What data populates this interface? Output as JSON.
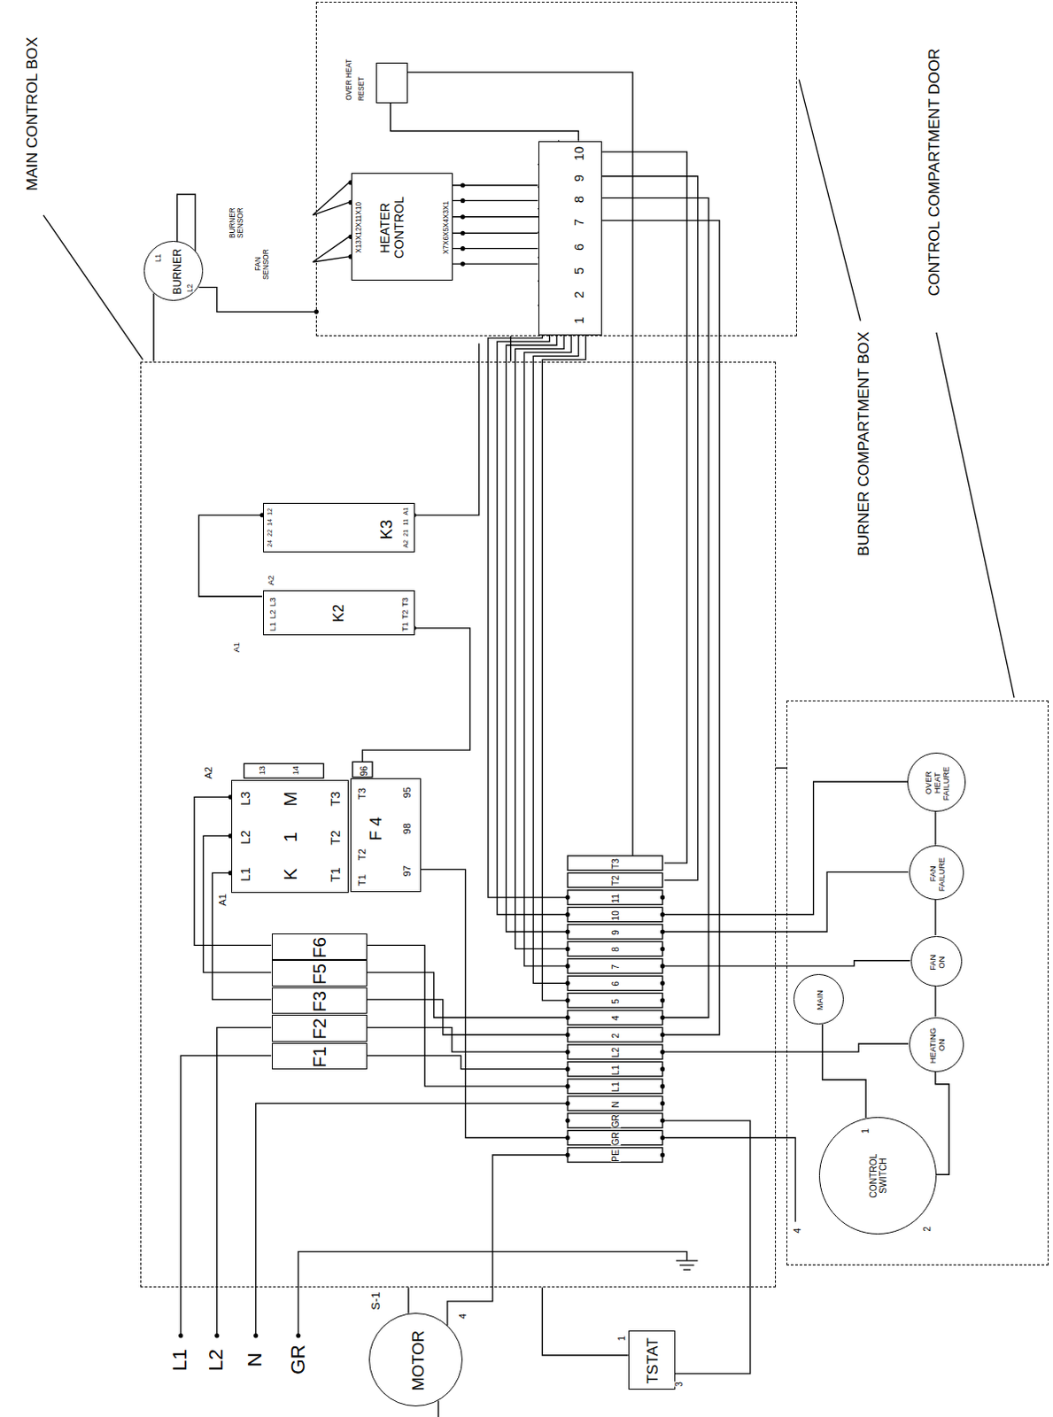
{
  "diagram": {
    "nodes": [
      {
        "text": [
          "MAIN CONTROL BOX"
        ]
      },
      {
        "text": [
          "12",
          "14",
          "22",
          "24",
          "K3",
          "A1",
          "11",
          "21",
          "A2"
        ],
        "in": 0
      },
      {
        "text": [
          "L1",
          "L2",
          "L3",
          "K2",
          "T1",
          "T2",
          "T3"
        ],
        "in": 0
      },
      {
        "text": [
          "L3",
          "M",
          "T3",
          "L2",
          "1",
          "T2",
          "L1",
          "K",
          "T1"
        ],
        "in": 0
      },
      {
        "text": [
          "96",
          "T3",
          "F 4",
          "T2",
          "T1",
          "95",
          "98",
          "97"
        ],
        "in": 0
      },
      {
        "text": [
          "F6"
        ],
        "in": 0
      },
      {
        "text": [
          "F5"
        ],
        "in": 0
      },
      {
        "text": [
          "F3"
        ],
        "in": 0
      },
      {
        "text": [
          "F2"
        ],
        "in": 0
      },
      {
        "text": [
          "F1"
        ],
        "in": 0
      },
      {
        "text": [
          "T3",
          "T2",
          "11",
          "10",
          "9",
          "8",
          "7",
          "6",
          "5",
          "4",
          "2",
          "L2",
          "L1",
          "L1",
          "N",
          "GR",
          "GR",
          "PE"
        ],
        "in": 0
      },
      {
        "text": [
          "BURNER COMPARTMENT BOX"
        ]
      },
      {
        "text": [
          "X13X12X11X10",
          "HEATER CONTROL",
          "X7X6X5X4X3X1"
        ],
        "in": 11
      },
      {
        "text": [
          "OVER HEAT",
          "RESET"
        ],
        "in": 11
      },
      {
        "text": [
          "10",
          "9",
          "8",
          "7",
          "6",
          "5",
          "2",
          "1"
        ],
        "in": 11
      },
      {
        "text": [
          "BURNER",
          "L1",
          "L2"
        ]
      },
      {
        "text": [
          "CONTROL COMPARTMENT DOOR"
        ]
      },
      {
        "text": [
          "OVER HEAT FAILURE"
        ],
        "in": 16
      },
      {
        "text": [
          "FAN FAILURE"
        ],
        "in": 16
      },
      {
        "text": [
          "FAN ON"
        ],
        "in": 16
      },
      {
        "text": [
          "HEATING ON"
        ],
        "in": 16
      },
      {
        "text": [
          "MAIN"
        ],
        "in": 16
      },
      {
        "text": [
          "CONTROL SWITCH"
        ],
        "in": 16
      },
      {
        "text": [
          "MOTOR"
        ]
      },
      {
        "text": [
          "TSTAT"
        ]
      }
    ],
    "edges": [
      {
        "from": 15,
        "to": 0,
        "arrow": "none"
      },
      {
        "from": 11,
        "to": 0,
        "arrow": "none"
      },
      {
        "from": 23,
        "to": 0,
        "arrow": "none"
      },
      {
        "from": 24,
        "to": 0,
        "arrow": "none"
      },
      {
        "from": 16,
        "to": 0,
        "arrow": "none"
      },
      {
        "from": 21,
        "to": 22,
        "arrow": "none"
      },
      {
        "from": 20,
        "to": 22,
        "arrow": "none"
      },
      {
        "from": 13,
        "to": 14,
        "arrow": "none"
      },
      {
        "from": 12,
        "to": 14,
        "arrow": "none"
      }
    ],
    "labels": [
      "A2",
      "A1",
      "A2",
      "13",
      "14",
      "A1",
      "FAN SENSOR",
      "BURNER SENSOR",
      "S-1",
      "4",
      "1",
      "3",
      "L1",
      "L2",
      "N",
      "GR",
      "1",
      "2",
      "4"
    ]
  }
}
